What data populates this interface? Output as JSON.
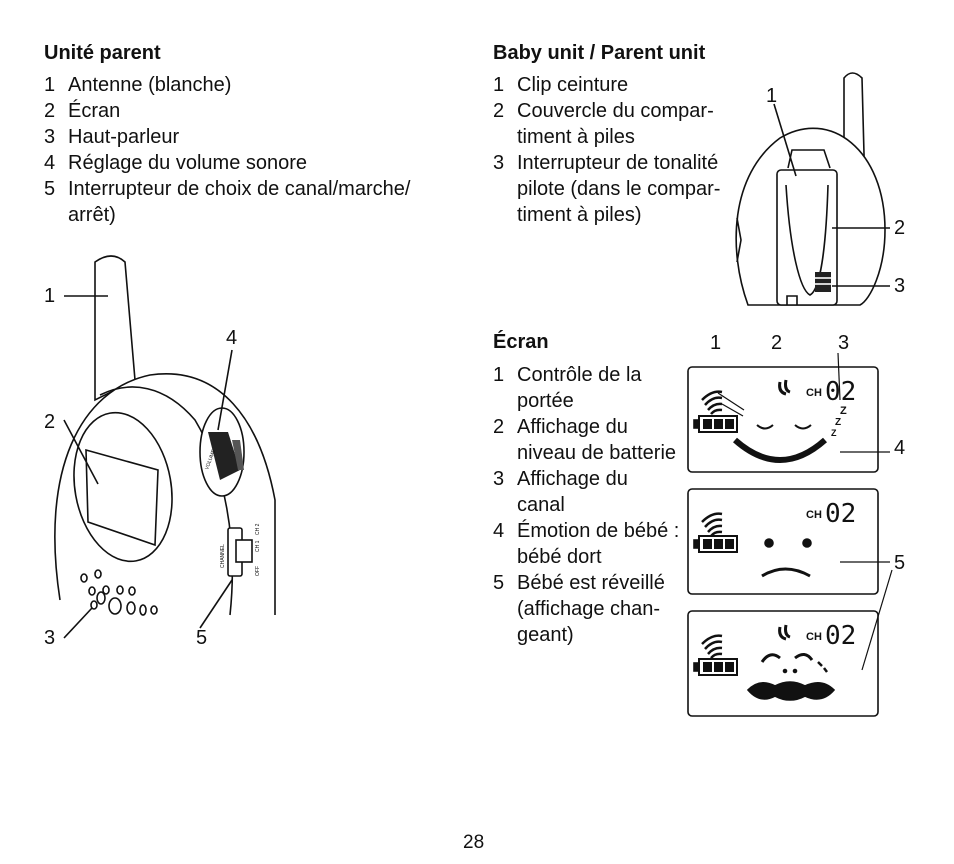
{
  "parent_unit": {
    "title": "Unité parent",
    "items": [
      {
        "num": "1",
        "text": "Antenne (blanche)"
      },
      {
        "num": "2",
        "text": "Écran"
      },
      {
        "num": "3",
        "text": "Haut-parleur"
      },
      {
        "num": "4",
        "text": "Réglage du volume sonore"
      },
      {
        "num": "5",
        "text": "Interrupteur de choix de canal/marche/ arrêt)"
      }
    ],
    "callouts": [
      "1",
      "2",
      "3",
      "4",
      "5"
    ],
    "device_labels": {
      "channel": "CHANNEL",
      "off": "OFF",
      "ch1": "CH 1",
      "ch2": "CH 2",
      "volume": "VOLUME"
    }
  },
  "baby_unit": {
    "title": "Baby unit / Parent unit",
    "items": [
      {
        "num": "1",
        "text": "Clip ceinture"
      },
      {
        "num": "2",
        "text": "Couvercle du compar-timent à piles"
      },
      {
        "num": "3",
        "text": "Interrupteur de tonalité pilote (dans le compar-timent à piles)"
      }
    ],
    "callouts": [
      "1",
      "2",
      "3"
    ]
  },
  "screen": {
    "title": "Écran",
    "items": [
      {
        "num": "1",
        "text": "Contrôle de la portée"
      },
      {
        "num": "2",
        "text": "Affichage du niveau de batterie"
      },
      {
        "num": "3",
        "text": "Affichage du canal"
      },
      {
        "num": "4",
        "text": "Émotion de bébé : bébé dort"
      },
      {
        "num": "5",
        "text": "Bébé est réveillé (affichage chan-geant)"
      }
    ],
    "callouts": [
      "1",
      "2",
      "3",
      "4",
      "5"
    ],
    "lcd": {
      "ch_label": "CH",
      "channel": "02",
      "zzz": "Z"
    }
  },
  "page_number": "28"
}
